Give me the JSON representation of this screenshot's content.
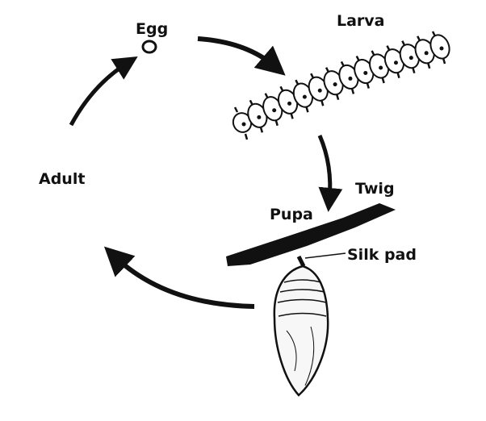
{
  "diagram": {
    "labels": {
      "egg": "Egg",
      "larva": "Larva",
      "pupa": "Pupa",
      "twig": "Twig",
      "silk_pad": "Silk pad",
      "adult": "Adult"
    },
    "ink_color": "#111111"
  }
}
